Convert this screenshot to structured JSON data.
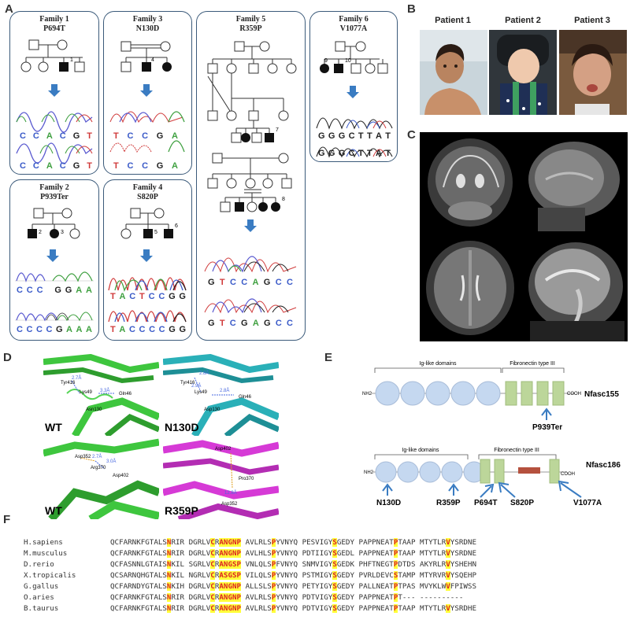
{
  "panels": {
    "A": "A",
    "B": "B",
    "C": "C",
    "D": "D",
    "E": "E",
    "F": "F"
  },
  "families": [
    {
      "name": "Family 1",
      "variant": "P694T",
      "seq_top": [
        "C",
        "C",
        "A",
        "C",
        "G",
        "T"
      ],
      "seq_bottom": [
        "C",
        "C",
        "A",
        "C",
        "G",
        "T"
      ],
      "proband": "1"
    },
    {
      "name": "Family 3",
      "variant": "N130D",
      "seq_top": [
        "T",
        "C",
        "C",
        "G",
        "A"
      ],
      "seq_bottom": [
        "T",
        "C",
        "C",
        "G",
        "A"
      ],
      "proband": "4"
    },
    {
      "name": "Family 5",
      "variant": "R359P",
      "seq_top": [
        "G",
        "T",
        "C",
        "C",
        "A",
        "G",
        "C",
        "C"
      ],
      "seq_bottom": [
        "G",
        "T",
        "C",
        "G",
        "A",
        "G",
        "C",
        "C"
      ],
      "proband_a": "7",
      "proband_b": "8"
    },
    {
      "name": "Family 6",
      "variant": "V1077A",
      "seq_top": [
        "G",
        "G",
        "G",
        "C",
        "T",
        "T",
        "A",
        "T"
      ],
      "seq_bottom": [
        "G",
        "G",
        "G",
        "C",
        "T",
        "T",
        "A",
        "T"
      ],
      "proband_a": "9",
      "proband_b": "10"
    },
    {
      "name": "Family 2",
      "variant": "P939Ter",
      "seq_top": [
        "C",
        "C",
        "C",
        "G",
        "G",
        "A",
        "A"
      ],
      "seq_bottom": [
        "C",
        "C",
        "C",
        "C",
        "G",
        "A",
        "A",
        "A"
      ],
      "proband_a": "2",
      "proband_b": "3"
    },
    {
      "name": "Family 4",
      "variant": "S820P",
      "seq_top": [
        "T",
        "A",
        "C",
        "T",
        "C",
        "C",
        "G",
        "G"
      ],
      "seq_bottom": [
        "T",
        "A",
        "C",
        "C",
        "C",
        "C",
        "G",
        "G"
      ],
      "proband_a": "5",
      "proband_b": "6"
    }
  ],
  "patients": [
    "Patient 1",
    "Patient 2",
    "Patient 3"
  ],
  "structures": [
    {
      "label": "WT",
      "color": "#3ec63e",
      "residues": [
        "Tyr416",
        "Lys49",
        "Asn130",
        "Gln46"
      ],
      "distances": [
        "2.7Å",
        "3.3Å"
      ]
    },
    {
      "label": "N130D",
      "color": "#2ab0b8",
      "residues": [
        "Tyr416",
        "Lys49",
        "Asp130",
        "Gln46"
      ],
      "distances": [
        "2.8Å",
        "2.9Å",
        "2.8Å"
      ]
    },
    {
      "label": "WT",
      "color": "#3ec63e",
      "residues": [
        "Asp352",
        "Arg370",
        "Asp402"
      ],
      "distances": [
        "2.7Å",
        "3.0Å"
      ]
    },
    {
      "label": "R359P",
      "color": "#d63ad6",
      "residues": [
        "Asp402",
        "Pro370",
        "Asp352"
      ],
      "distances": [
        "12.8Å"
      ]
    }
  ],
  "domains": {
    "nfasc155": {
      "name": "Nfasc155",
      "ig": "Ig-like domains",
      "fn": "Fibronectin type III",
      "nh2": "NH2",
      "cooh": "COOH",
      "mutations": [
        "P939Ter"
      ]
    },
    "nfasc186": {
      "name": "Nfasc186",
      "ig": "Ig-like domains",
      "fn": "Fibronectin type III",
      "nh2": "NH2",
      "cooh": "COOH",
      "mutations": [
        "N130D",
        "R359P",
        "P694T",
        "S820P",
        "V1077A"
      ]
    }
  },
  "alignment": [
    {
      "species": "H.sapiens",
      "blocks": [
        "QCFARNKFGTALS|N|RIR",
        "DGRLV|C|R|ANGNP",
        "AVLRLS|P|YVNYQ",
        "PESVIGY|S|GEDY",
        "PAPPNEAT|P|TAAP",
        "MTYTLR|V|YSRDNE"
      ]
    },
    {
      "species": "M.musculus",
      "blocks": [
        "QCFARNKFGTALS|N|RIR",
        "DGRLV|C|R|ANGNP",
        "AVLHLS|P|YVNYQ",
        "PDTIIGY|S|GEDL",
        "PAPPNEAT|P|TAAP",
        "MTYTLR|V|YSRDNE"
      ]
    },
    {
      "species": "D.rerio",
      "blocks": [
        "QCFASNNLGTAIS|N|KIL",
        "SGRLV|C|R|ANGSP",
        "VNLQLS|P|FVNYQ",
        "SNMVIGY|S|GEDK",
        "PHFTNEGT|P|DTDS",
        "AKYRLR|V|YSHEHN"
      ]
    },
    {
      "species": "X.tropicalis",
      "blocks": [
        "QCSARNQHGTALS|N|KIL",
        "NGRLV|C|R|ASGSP",
        "VILQLS|P|YVNYQ",
        "PSTMIGY|S|GEDY",
        "PVRLDEVC|S|TAMP",
        "MTYRVR|V|YSQEHP"
      ]
    },
    {
      "species": "G.gallus",
      "blocks": [
        "QCFARNDYGTALS|N|KIH",
        "DGRLV|C|R|ANGNP",
        "ALLSLS|P|YVNYQ",
        "PETYIGY|S|GEDY",
        "PALLNEAT|P|TPAS",
        "MVYKLW|V|FPIWSS"
      ]
    },
    {
      "species": "O.aries",
      "blocks": [
        "QCFARNKFGTALS|N|RIR",
        "DGRLV|C|R|ANGNP",
        "AVLRLS|P|YVNYQ",
        "PDTVIGY|S|GEDY",
        "PAPPNEAT|P|T---",
        "----------"
      ]
    },
    {
      "species": "B.taurus",
      "blocks": [
        "QCFARNKFGTALS|N|RIR",
        "DGRLV|C|R|ANGNP",
        "AVLRLS|P|YVNYQ",
        "PDTVIGY|S|GEDY",
        "PAPPNEAT|P|TAAP",
        "MTYTLR|V|YSRDHE"
      ]
    }
  ],
  "colors": {
    "box_border": "#3b5a7a",
    "arrow": "#3a7cc2",
    "domain_ig": "#c5d8f0",
    "domain_fn": "#bcd69a",
    "highlight": "#ffff3a",
    "mut_bar": "#b5513e"
  }
}
